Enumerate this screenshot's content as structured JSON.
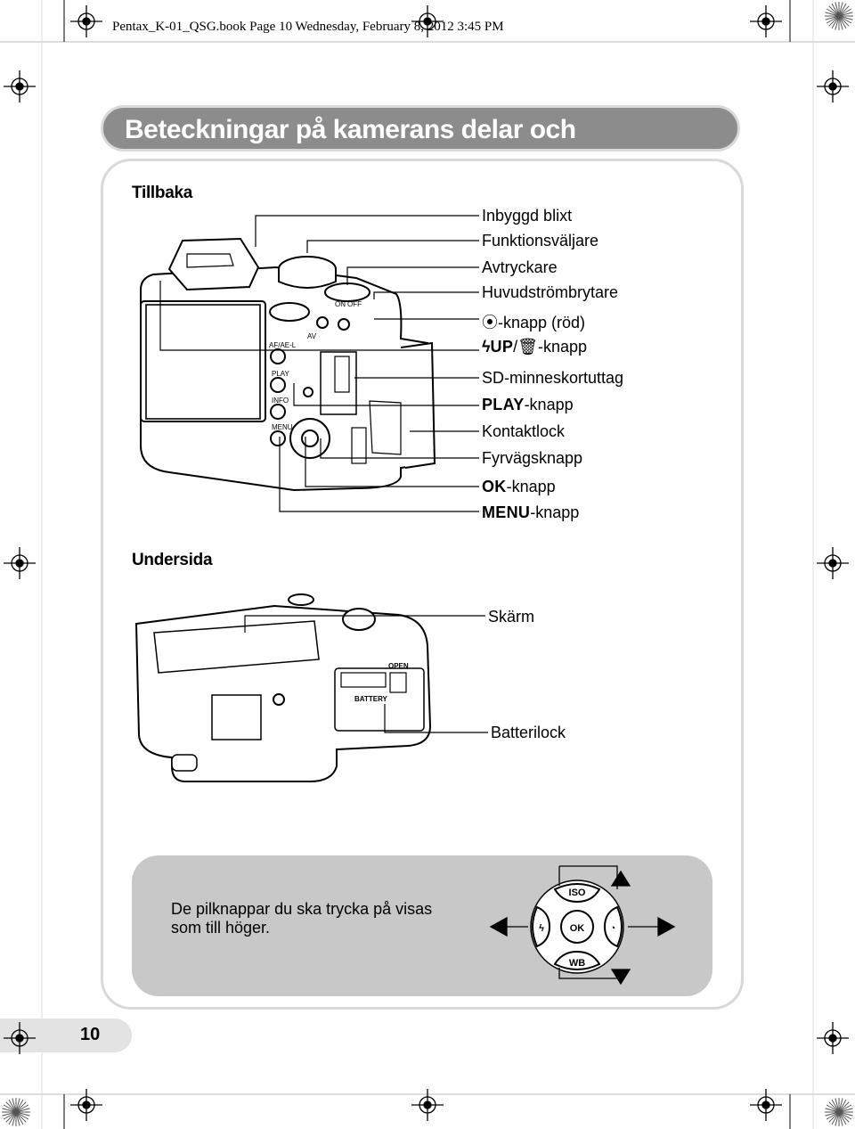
{
  "header": {
    "book_line": "Pentax_K-01_QSG.book  Page 10  Wednesday, February 8, 2012  3:45 PM"
  },
  "title": "Beteckningar på kamerans delar och",
  "back_section": {
    "title": "Tillbaka",
    "labels": [
      {
        "text": "Inbyggd blixt"
      },
      {
        "text": "Funktionsväljare"
      },
      {
        "text": "Avtryckare"
      },
      {
        "text": "Huvudströmbrytare"
      },
      {
        "prefix": "",
        "text": "-knapp (röd)"
      },
      {
        "prefix": "UP",
        "text": "-knapp"
      },
      {
        "text": "SD-minneskortuttag"
      },
      {
        "prefix": "PLAY",
        "text": "-knapp"
      },
      {
        "text": "Kontaktlock"
      },
      {
        "text": "Fyrvägsknapp"
      },
      {
        "prefix": "OK",
        "text": "-knapp"
      },
      {
        "prefix": "MENU",
        "text": "-knapp"
      }
    ],
    "camera_markings": [
      "AF/AE-L",
      "PLAY",
      "INFO",
      "MENU",
      "AV",
      "ON",
      "OFF"
    ]
  },
  "bottom_section": {
    "title": "Undersida",
    "labels": [
      {
        "text": "Skärm"
      },
      {
        "text": "Batterilock"
      }
    ],
    "camera_markings": [
      "OPEN",
      "BATTERY"
    ]
  },
  "info_box": {
    "text": "De pilknappar du ska trycka på visas som till höger.",
    "buttons": {
      "up": "ISO",
      "center": "OK",
      "down": "WB"
    }
  },
  "page_number": "10",
  "colors": {
    "title_bar": "#8c8c8c",
    "panel_border": "#d9d9d9",
    "info_box": "#c8c8c8"
  }
}
